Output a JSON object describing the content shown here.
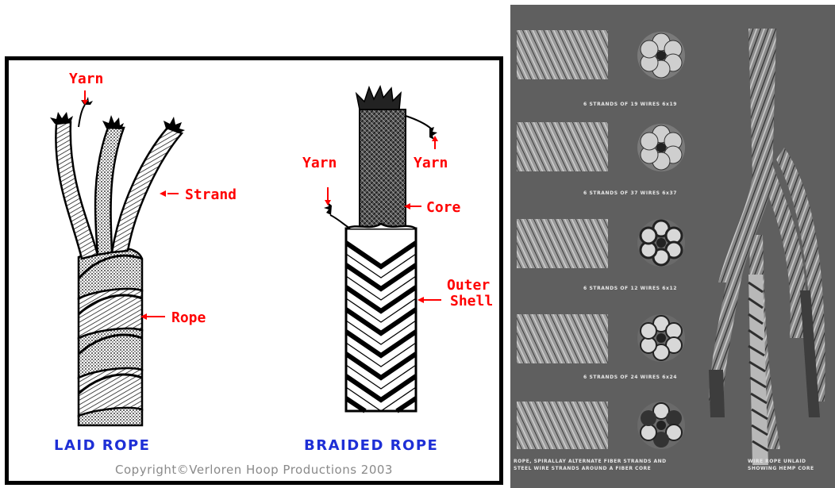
{
  "left": {
    "laid": {
      "yarn_label": "Yarn",
      "strand_label": "Strand",
      "rope_label": "Rope",
      "title": "LAID ROPE"
    },
    "braided": {
      "yarn_left_label": "Yarn",
      "yarn_right_label": "Yarn",
      "core_label": "Core",
      "outer_label_line1": "Outer",
      "outer_label_line2": "Shell",
      "title": "BRAIDED ROPE"
    },
    "copyright": "Copyright©Verloren Hoop Productions 2003",
    "colors": {
      "label": "#ff0000",
      "title": "#1e2fd6",
      "copyright": "#8a8a8a"
    }
  },
  "right": {
    "captions": [
      "6 STRANDS OF 19 WIRES 6x19",
      "6 STRANDS OF 37 WIRES 6x37",
      "6 STRANDS OF 12 WIRES 6x12",
      "6 STRANDS OF 24 WIRES 6x24"
    ],
    "bottom_caption_left_line1": "ROPE, SPIRALLAY ALTERNATE FIBER STRANDS AND",
    "bottom_caption_left_line2": "STEEL WIRE STRANDS AROUND A FIBER CORE",
    "bottom_caption_right_line1": "WIRE ROPE UNLAID",
    "bottom_caption_right_line2": "SHOWING HEMP CORE",
    "colors": {
      "background": "#5f5f5f",
      "caption": "#e8e8e8"
    }
  }
}
